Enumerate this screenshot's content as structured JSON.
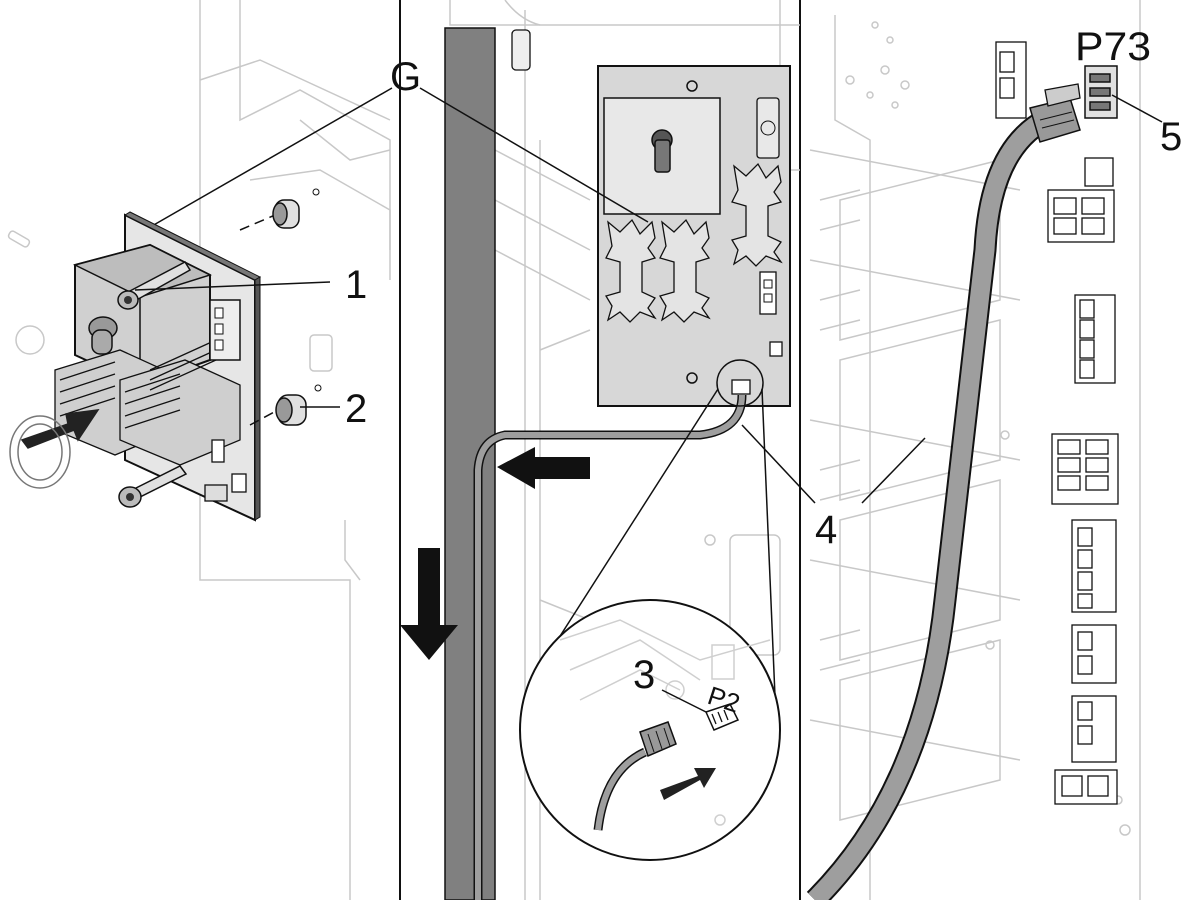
{
  "callouts": {
    "g": "G",
    "one": "1",
    "two": "2",
    "three": "3",
    "four": "4",
    "five": "5",
    "p73": "P73",
    "p2": "P2"
  },
  "colors": {
    "line": "#111111",
    "light_line": "#bdbdbd",
    "panel_fill": "#e6e6e6",
    "board_fill": "#d4d4d4",
    "cable_fill": "#9e9e9e",
    "post_fill": "#7a7a7a"
  }
}
